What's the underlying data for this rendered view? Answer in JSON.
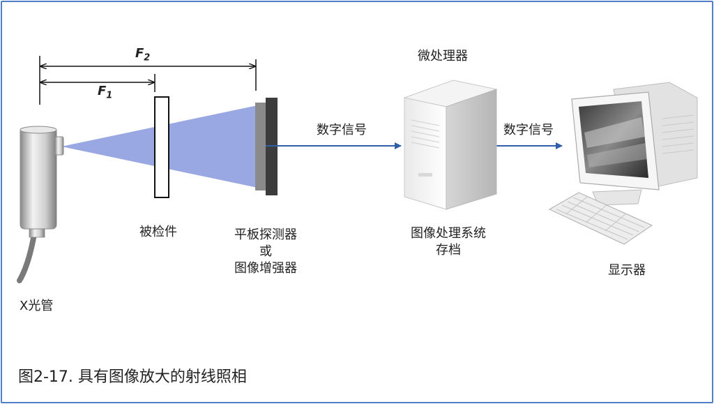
{
  "labels": {
    "f2": "F",
    "f2_sub": "2",
    "f1": "F",
    "f1_sub": "1",
    "xray_tube": "X光管",
    "specimen": "被检件",
    "detector_line1": "平板探测器",
    "detector_line2": "或",
    "detector_line3": "图像增强器",
    "digital_signal_1": "数字信号",
    "microprocessor": "微处理器",
    "image_system_line1": "图像处理系统",
    "image_system_line2": "存档",
    "digital_signal_2": "数字信号",
    "display": "显示器"
  },
  "caption": "图2-17. 具有图像放大的射线照相",
  "colors": {
    "frame": "#4f7fc8",
    "beam": "#8e9fe0",
    "arrow": "#2f5fa8"
  },
  "icons": [
    "xray-tube-icon",
    "specimen-plate-icon",
    "flat-panel-detector-icon",
    "computer-tower-icon",
    "crt-monitor-icon",
    "keyboard-icon"
  ]
}
